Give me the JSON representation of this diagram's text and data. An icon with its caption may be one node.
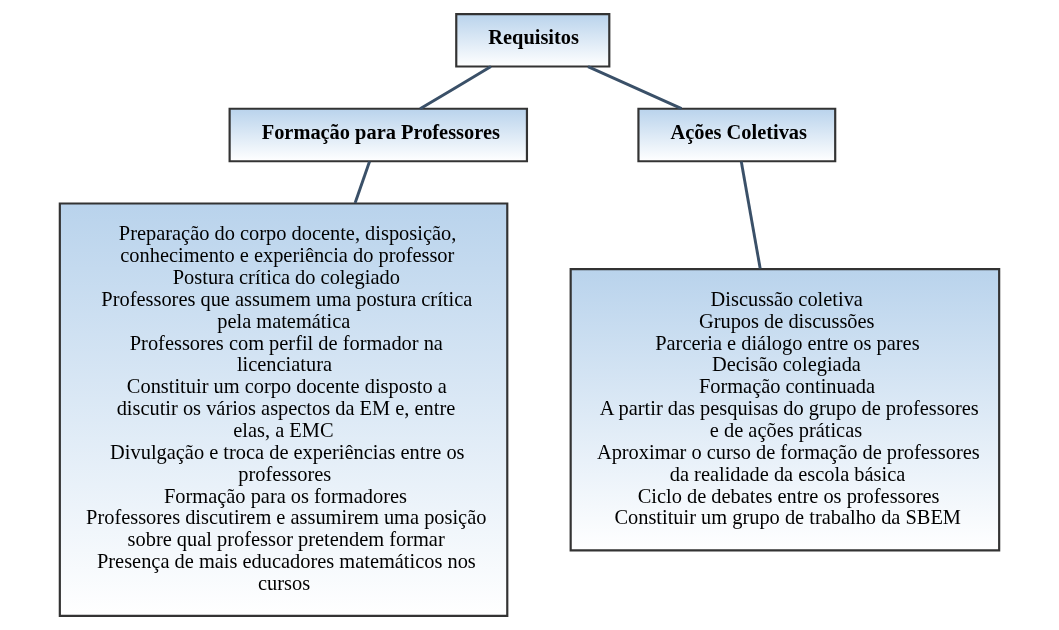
{
  "diagram": {
    "nodes": [
      {
        "text": [
          "Requisitos"
        ]
      },
      {
        "text": [
          "Formação para Professores"
        ]
      },
      {
        "text": [
          "Ações Coletivas"
        ]
      },
      {
        "text": [
          "Preparação do corpo docente, disposição, conhecimento e experiência do professor",
          "Postura crítica do colegiado",
          "Professores que assumem uma postura crítica pela matemática",
          "Professores com perfil de formador na licenciatura",
          "Constituir um corpo docente disposto a discutir os vários aspectos da EM e, entre elas, a EMC",
          "Divulgação e troca de experiências entre os professores",
          "Formação para os formadores",
          "Professores discutirem e assumirem uma posição sobre qual professor pretendem formar",
          "Presença de mais educadores matemáticos nos cursos"
        ]
      },
      {
        "text": [
          "Discussão coletiva",
          "Grupos de discussões",
          "Parceria e diálogo entre os pares",
          "Decisão colegiada",
          "Formação continuada",
          "A partir das pesquisas do grupo de professores e de ações práticas",
          "Aproximar o curso de formação de professores da realidade da escola básica",
          "Ciclo de debates entre os professores",
          "Constituir um grupo de trabalho da SBEM"
        ]
      }
    ],
    "edges": [
      {
        "from": 0,
        "to": 1,
        "arrow": "none"
      },
      {
        "from": 0,
        "to": 2,
        "arrow": "none"
      },
      {
        "from": 1,
        "to": 3,
        "arrow": "none"
      },
      {
        "from": 2,
        "to": 4,
        "arrow": "none"
      }
    ]
  }
}
